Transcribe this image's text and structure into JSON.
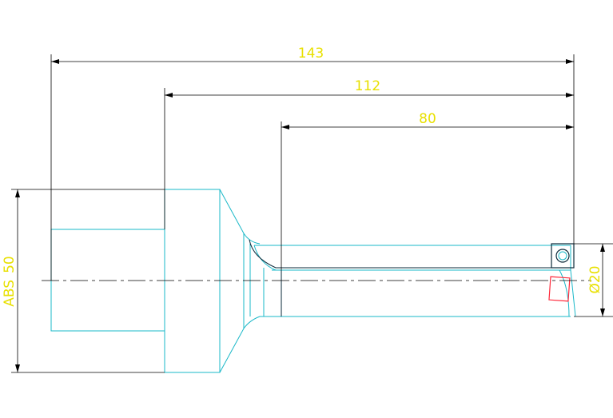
{
  "dimensions": {
    "overall_length": "143",
    "body_length": "112",
    "shank_length": "80",
    "abs_label": "ABS",
    "abs_value": "50",
    "diameter": "Ø20"
  },
  "colors": {
    "outline": "#1ab8c8",
    "dimension_line": "#000000",
    "dimension_text": "#e8e000",
    "insert": "#ff2a3c",
    "insert_outline": "#0a2a3a",
    "background": "#ffffff"
  }
}
